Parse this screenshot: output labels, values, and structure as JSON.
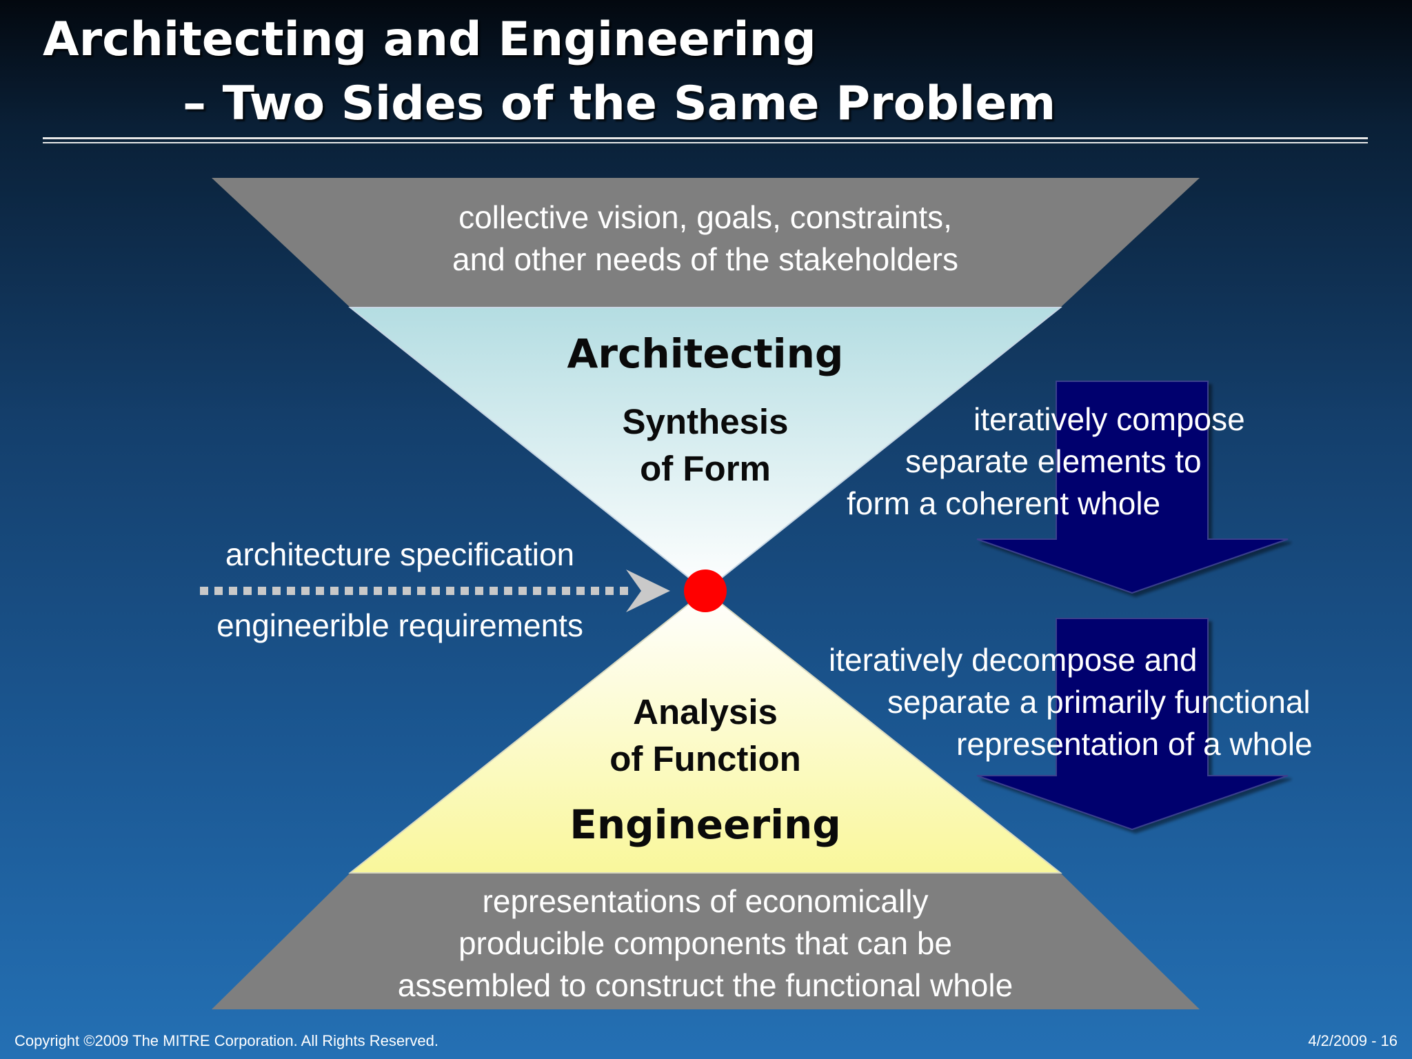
{
  "title": {
    "line1": "Architecting and Engineering",
    "line2": "– Two Sides of the Same Problem"
  },
  "top_band": {
    "lines": [
      "collective vision, goals, constraints,",
      "and other needs of the stakeholders"
    ]
  },
  "upper_triangle": {
    "heading": "Architecting",
    "sub_lines": [
      "Synthesis",
      "of Form"
    ]
  },
  "lower_triangle": {
    "sub_lines": [
      "Analysis",
      "of Function"
    ],
    "heading": "Engineering"
  },
  "bottom_band": {
    "lines": [
      "representations of economically",
      "producible components that can be",
      "assembled to construct the functional whole"
    ]
  },
  "left_labels": {
    "above_arrow": "architecture specification",
    "below_arrow": "engineerible requirements"
  },
  "right_upper": {
    "lines": [
      "iteratively compose",
      "separate elements to",
      "form a coherent whole"
    ]
  },
  "right_lower": {
    "lines": [
      "iteratively decompose and",
      "separate a primarily functional",
      "representation of a whole"
    ]
  },
  "footer": {
    "copyright": "Copyright ©2009 The MITRE Corporation.  All Rights Reserved.",
    "date_page": "4/2/2009 - 16"
  },
  "colors": {
    "gray_band": "#7f7f7f",
    "upper_triangle_top": "#b4dde2",
    "upper_triangle_bottom": "#ffffff",
    "lower_triangle_top": "#ffffff",
    "lower_triangle_bottom": "#f9f79b",
    "arrow_fill": "#00006e",
    "junction_dot": "#ff0000"
  }
}
